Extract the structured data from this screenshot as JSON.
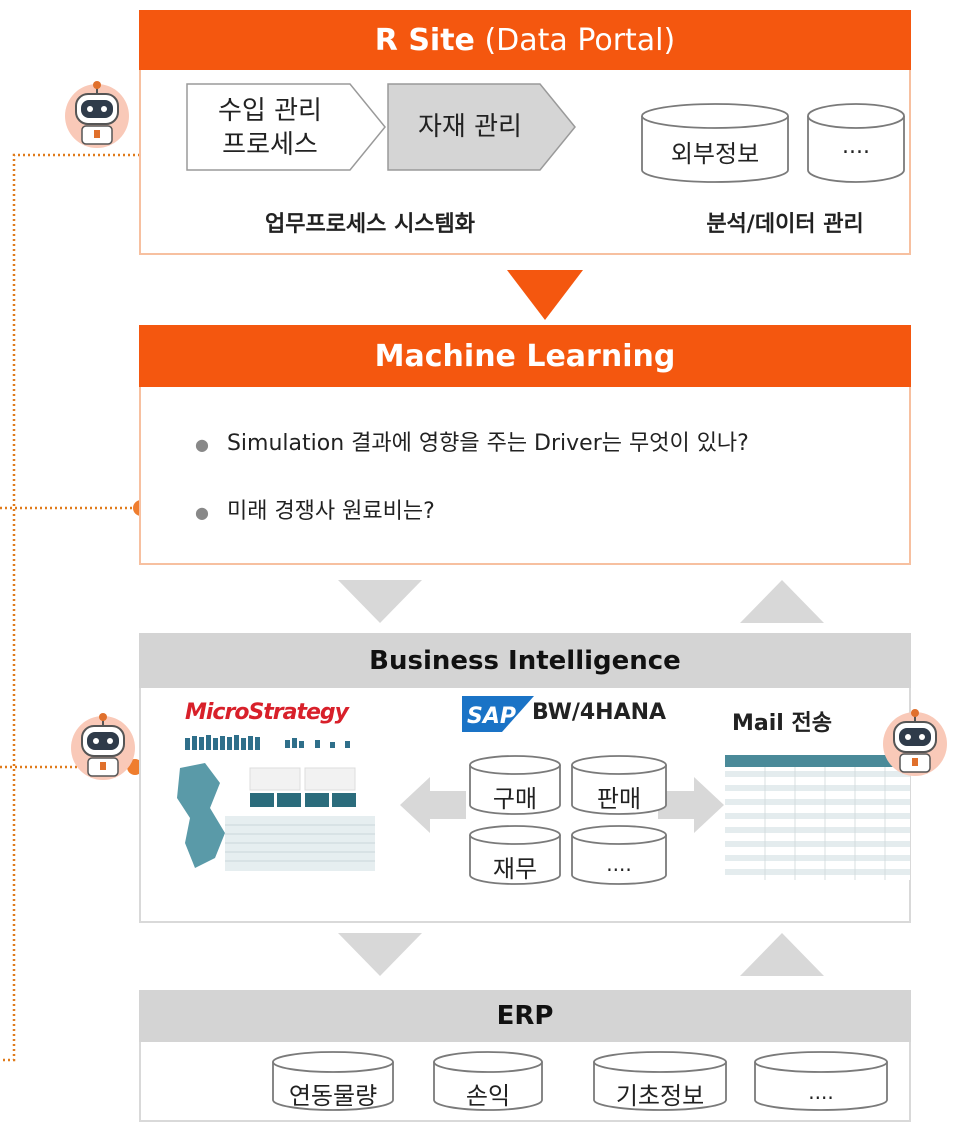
{
  "rsite": {
    "title_bold": "R Site",
    "title_rest": " (Data Portal)",
    "step1_line1": "수입 관리",
    "step1_line2": "프로세스",
    "step2": "자재 관리",
    "db1": "외부정보",
    "db2": "....",
    "caption_left": "업무프로세스 시스템화",
    "caption_right": "분석/데이터 관리"
  },
  "ml": {
    "title": "Machine Learning",
    "bullets": [
      "Simulation 결과에 영향을 주는 Driver는 무엇이 있나?",
      "미래 경쟁사 원료비는?"
    ]
  },
  "bi": {
    "title": "Business Intelligence",
    "microstrategy_logo": "MicroStrategy",
    "sap_logo": "SAP",
    "sap_product": "BW/4HANA",
    "mail": "Mail 전송",
    "dbs": [
      "구매",
      "판매",
      "재무",
      "...."
    ]
  },
  "erp": {
    "title": "ERP",
    "dbs": [
      "연동물량",
      "손익",
      "기초정보",
      "...."
    ]
  },
  "colors": {
    "orange": "#f4570f",
    "orange_border": "#f7c0a0",
    "gray_header": "#d4d4d4",
    "gray_arrow": "#d8d8d8",
    "dotted_line": "#e07b1b"
  }
}
